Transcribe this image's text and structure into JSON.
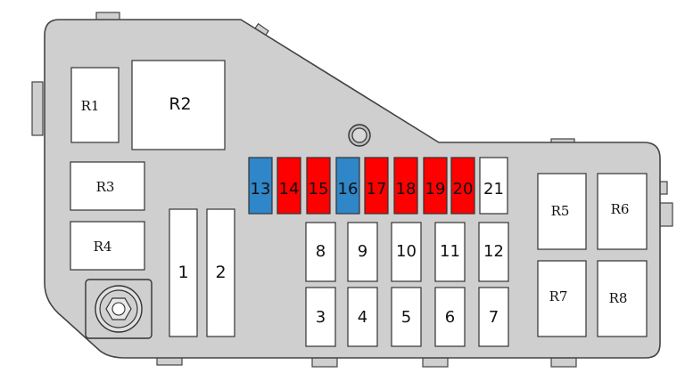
{
  "colors": {
    "housing": "#cfcfcf",
    "housing_stroke": "#444444",
    "fuse_white": "#ffffff",
    "fuse_blue": "#2f86c8",
    "fuse_red": "#ff0000"
  },
  "relays": {
    "r1": "R1",
    "r2": "R2",
    "r3": "R3",
    "r4": "R4",
    "r5": "R5",
    "r6": "R6",
    "r7": "R7",
    "r8": "R8"
  },
  "fuses": {
    "f1": "1",
    "f2": "2",
    "f3": "3",
    "f4": "4",
    "f5": "5",
    "f6": "6",
    "f7": "7",
    "f8": "8",
    "f9": "9",
    "f10": "10",
    "f11": "11",
    "f12": "12",
    "f13": "13",
    "f14": "14",
    "f15": "15",
    "f16": "16",
    "f17": "17",
    "f18": "18",
    "f19": "19",
    "f20": "20",
    "f21": "21"
  },
  "fuse_colors": {
    "f13": "blue",
    "f14": "red",
    "f15": "red",
    "f16": "blue",
    "f17": "red",
    "f18": "red",
    "f19": "red",
    "f20": "red",
    "f21": "white"
  }
}
